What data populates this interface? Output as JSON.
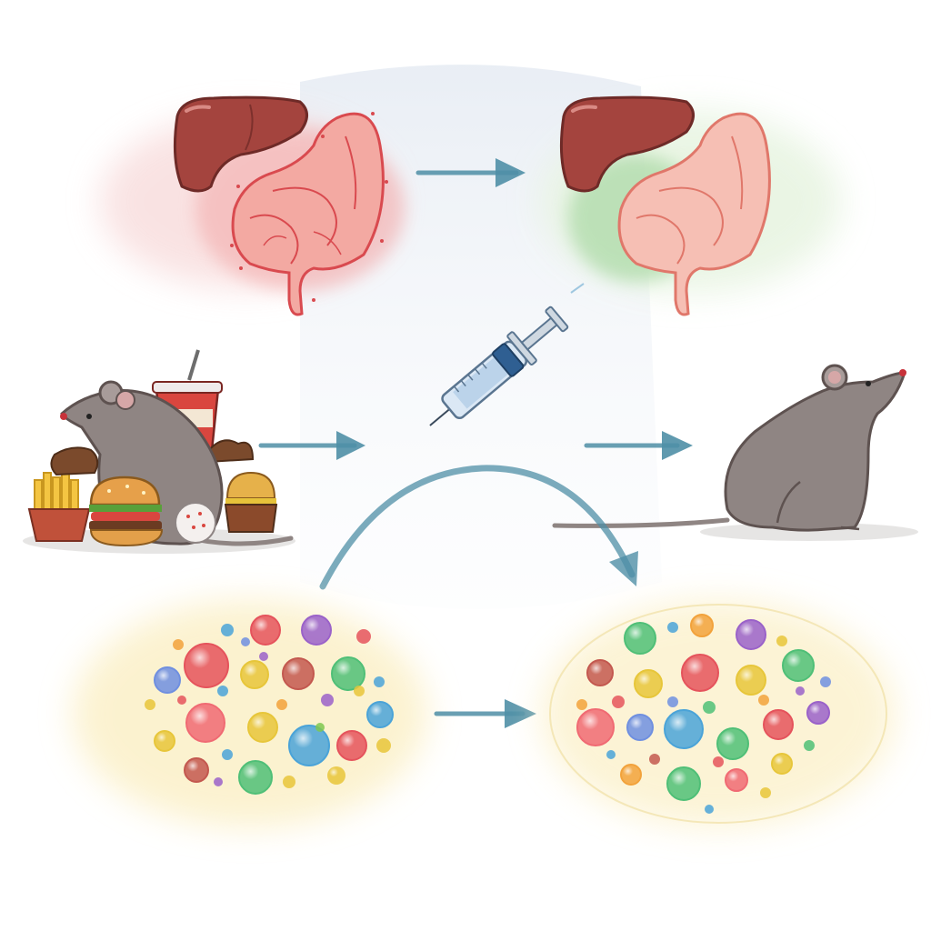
{
  "palette": {
    "liver": "#a4443e",
    "stomach_stroke": "#d94a4f",
    "stomach_fill": "#f3a9a2",
    "inflamed_halo": "#f2a7a7",
    "healthy_halo": "#9fd49a",
    "rat_body": "#8f8583",
    "rat_outline": "#5e5250",
    "arrow": "#4f8fa6",
    "microbe_halo": "#fbefc4",
    "syringe_barrel": "#c9dcef",
    "syringe_plunger": "#2f5f92"
  },
  "panels": {
    "organs_before": "inflamed-liver-and-gut",
    "organs_after": "healed-liver-and-gut",
    "rat_before": "rat-on-high-fat-diet",
    "rat_after": "recovered-rat",
    "microbes_before": "dysbiotic-gut-microbiota",
    "microbes_after": "restored-gut-microbiota",
    "treatment": "syringe-injection"
  },
  "icons": [
    "liver-icon",
    "stomach-icon",
    "rat-icon",
    "burger-icon",
    "fries-icon",
    "soda-cup-icon",
    "muffin-icon",
    "syringe-icon",
    "microbe-icon",
    "arrow-icon"
  ],
  "microbe_colors": [
    "#e5535c",
    "#f06a73",
    "#c3584f",
    "#6f8fe0",
    "#4aa3d8",
    "#4fbf77",
    "#7ec850",
    "#e7c63a",
    "#f2a23b",
    "#9a62c9",
    "#c6708a"
  ]
}
